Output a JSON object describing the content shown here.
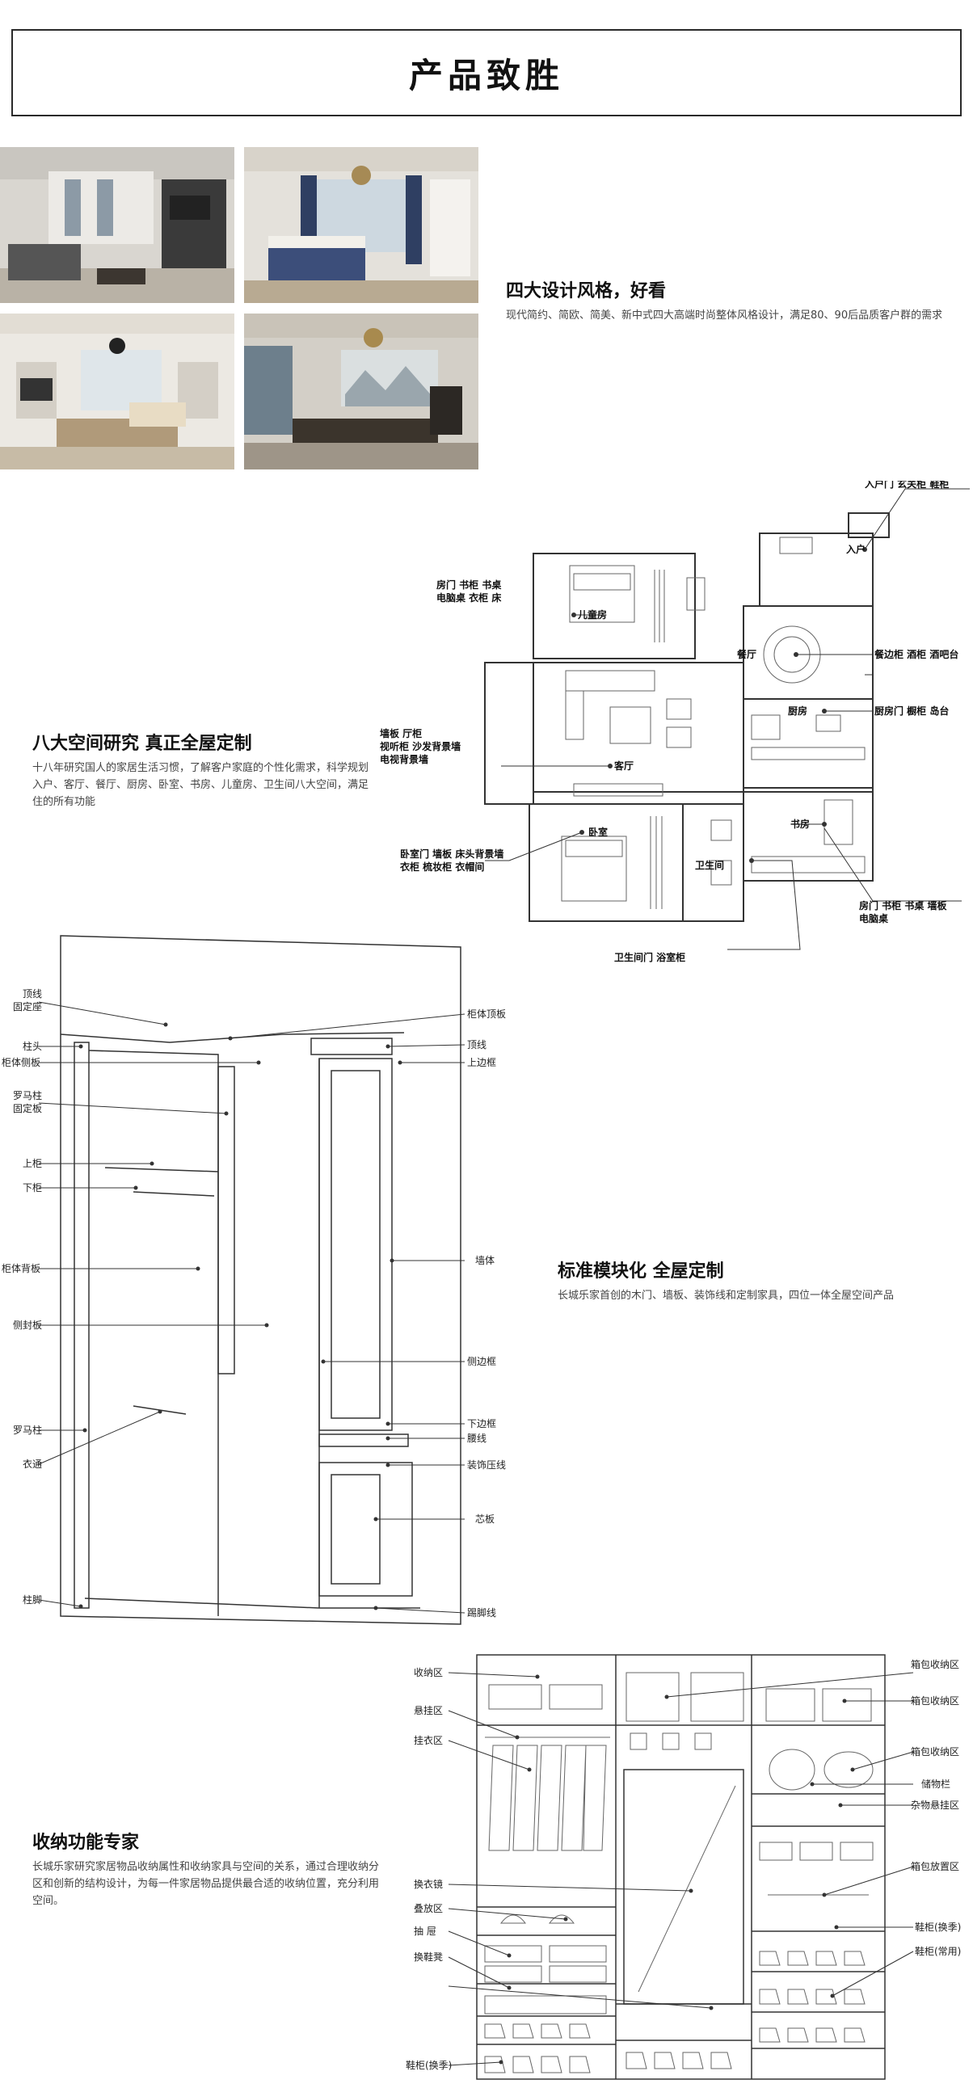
{
  "header": {
    "title": "产品致胜"
  },
  "styles": {
    "title": "四大设计风格，好看",
    "desc": "现代简约、简欧、简美、新中式四大高端时尚整体风格设计，满足80、90后品质客户群的需求"
  },
  "spaces": {
    "title": "八大空间研究  真正全屋定制",
    "desc": "十八年研究国人的家居生活习惯，了解客户家庭的个性化需求，科学规划入户、客厅、餐厅、厨房、卧室、书房、儿童房、卫生间八大空间，满足住的所有功能",
    "labels": {
      "entry_items": "入户门 玄关柜 鞋柜",
      "entry": "入户",
      "kids_items1": "房门 书柜 书桌",
      "kids_items2": "电脑桌 衣柜 床",
      "kids": "儿童房",
      "dining": "餐厅",
      "dining_items": "餐边柜 酒柜 酒吧台",
      "living_items1": "墙板 厅柜",
      "living_items2": "视听柜 沙发背景墙",
      "living_items3": "电视背景墙",
      "living": "客厅",
      "kitchen": "厨房",
      "kitchen_items": "厨房门 橱柜  岛台",
      "bedroom": "卧室",
      "bedroom_items1": "卧室门 墙板 床头背景墙",
      "bedroom_items2": "衣柜 梳妆柜 衣帽间",
      "study": "书房",
      "study_items1": "房门 书柜 书桌 墙板",
      "study_items2": "电脑桌",
      "bath": "卫生间",
      "bath_items": "卫生间门 浴室柜"
    }
  },
  "modular": {
    "title": "标准模块化 全屋定制",
    "desc": "长城乐家首创的木门、墙板、装饰线和定制家具，四位一体全屋空间产品",
    "labels": {
      "top_line_fixed1": "顶线",
      "top_line_fixed2": "固定座",
      "column_head": "柱头",
      "cabinet_side": "柜体侧板",
      "roman_fixed1": "罗马柱",
      "roman_fixed2": "固定板",
      "upper_cabinet": "上柜",
      "lower_cabinet": "下柜",
      "cabinet_back": "柜体背板",
      "side_seal": "侧封板",
      "roman_column": "罗马柱",
      "clothes_rod": "衣通",
      "column_foot": "柱脚",
      "cabinet_top": "柜体顶板",
      "top_line": "顶线",
      "upper_frame": "上边框",
      "wall": "墙体",
      "side_frame": "侧边框",
      "lower_frame": "下边框",
      "waist_line": "腰线",
      "deco_line": "装饰压线",
      "core_panel": "芯板",
      "skirting": "踢脚线"
    }
  },
  "storage": {
    "title": "收纳功能专家",
    "desc": "长城乐家研究家居物品收纳属性和收纳家具与空间的关系，通过合理收纳分区和创新的结构设计，为每一件家居物品提供最合适的收纳位置，充分利用空间。",
    "labels": {
      "storage_area": "收纳区",
      "hanging_area": "悬挂区",
      "clothes_area": "挂衣区",
      "mirror": "换衣镜",
      "fold_area": "叠放区",
      "drawer": "抽  屉",
      "stool": "换鞋凳",
      "shoe_season_l": "鞋柜(换季)",
      "bag1": "箱包收纳区",
      "bag2": "箱包收纳区",
      "bag3": "箱包收纳区",
      "rack": "储物栏",
      "misc": "杂物悬挂区",
      "bag_place": "箱包放置区",
      "shoe_season_r": "鞋柜(换季)",
      "shoe_daily": "鞋柜(常用)"
    }
  },
  "colors": {
    "text": "#222222",
    "line": "#333333",
    "border": "#2a2a2a"
  }
}
